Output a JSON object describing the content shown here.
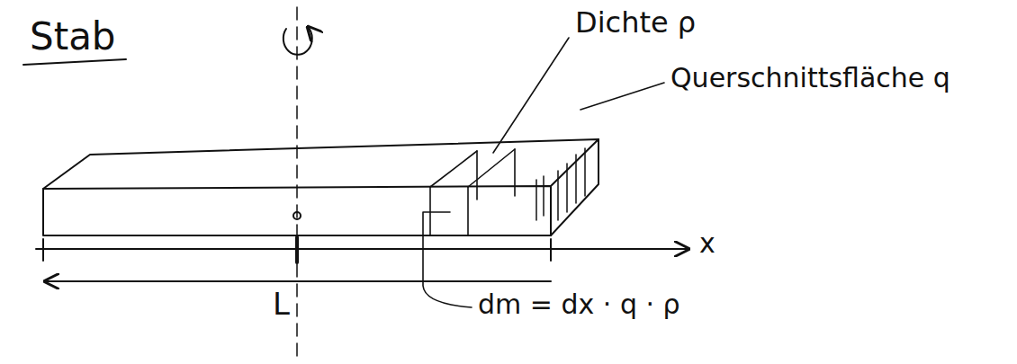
{
  "diagram": {
    "labels": [
      "Stab",
      "Dichte ρ",
      "Querschnittsfläche q",
      "x",
      "L",
      "dm = dx · q · ρ"
    ]
  }
}
